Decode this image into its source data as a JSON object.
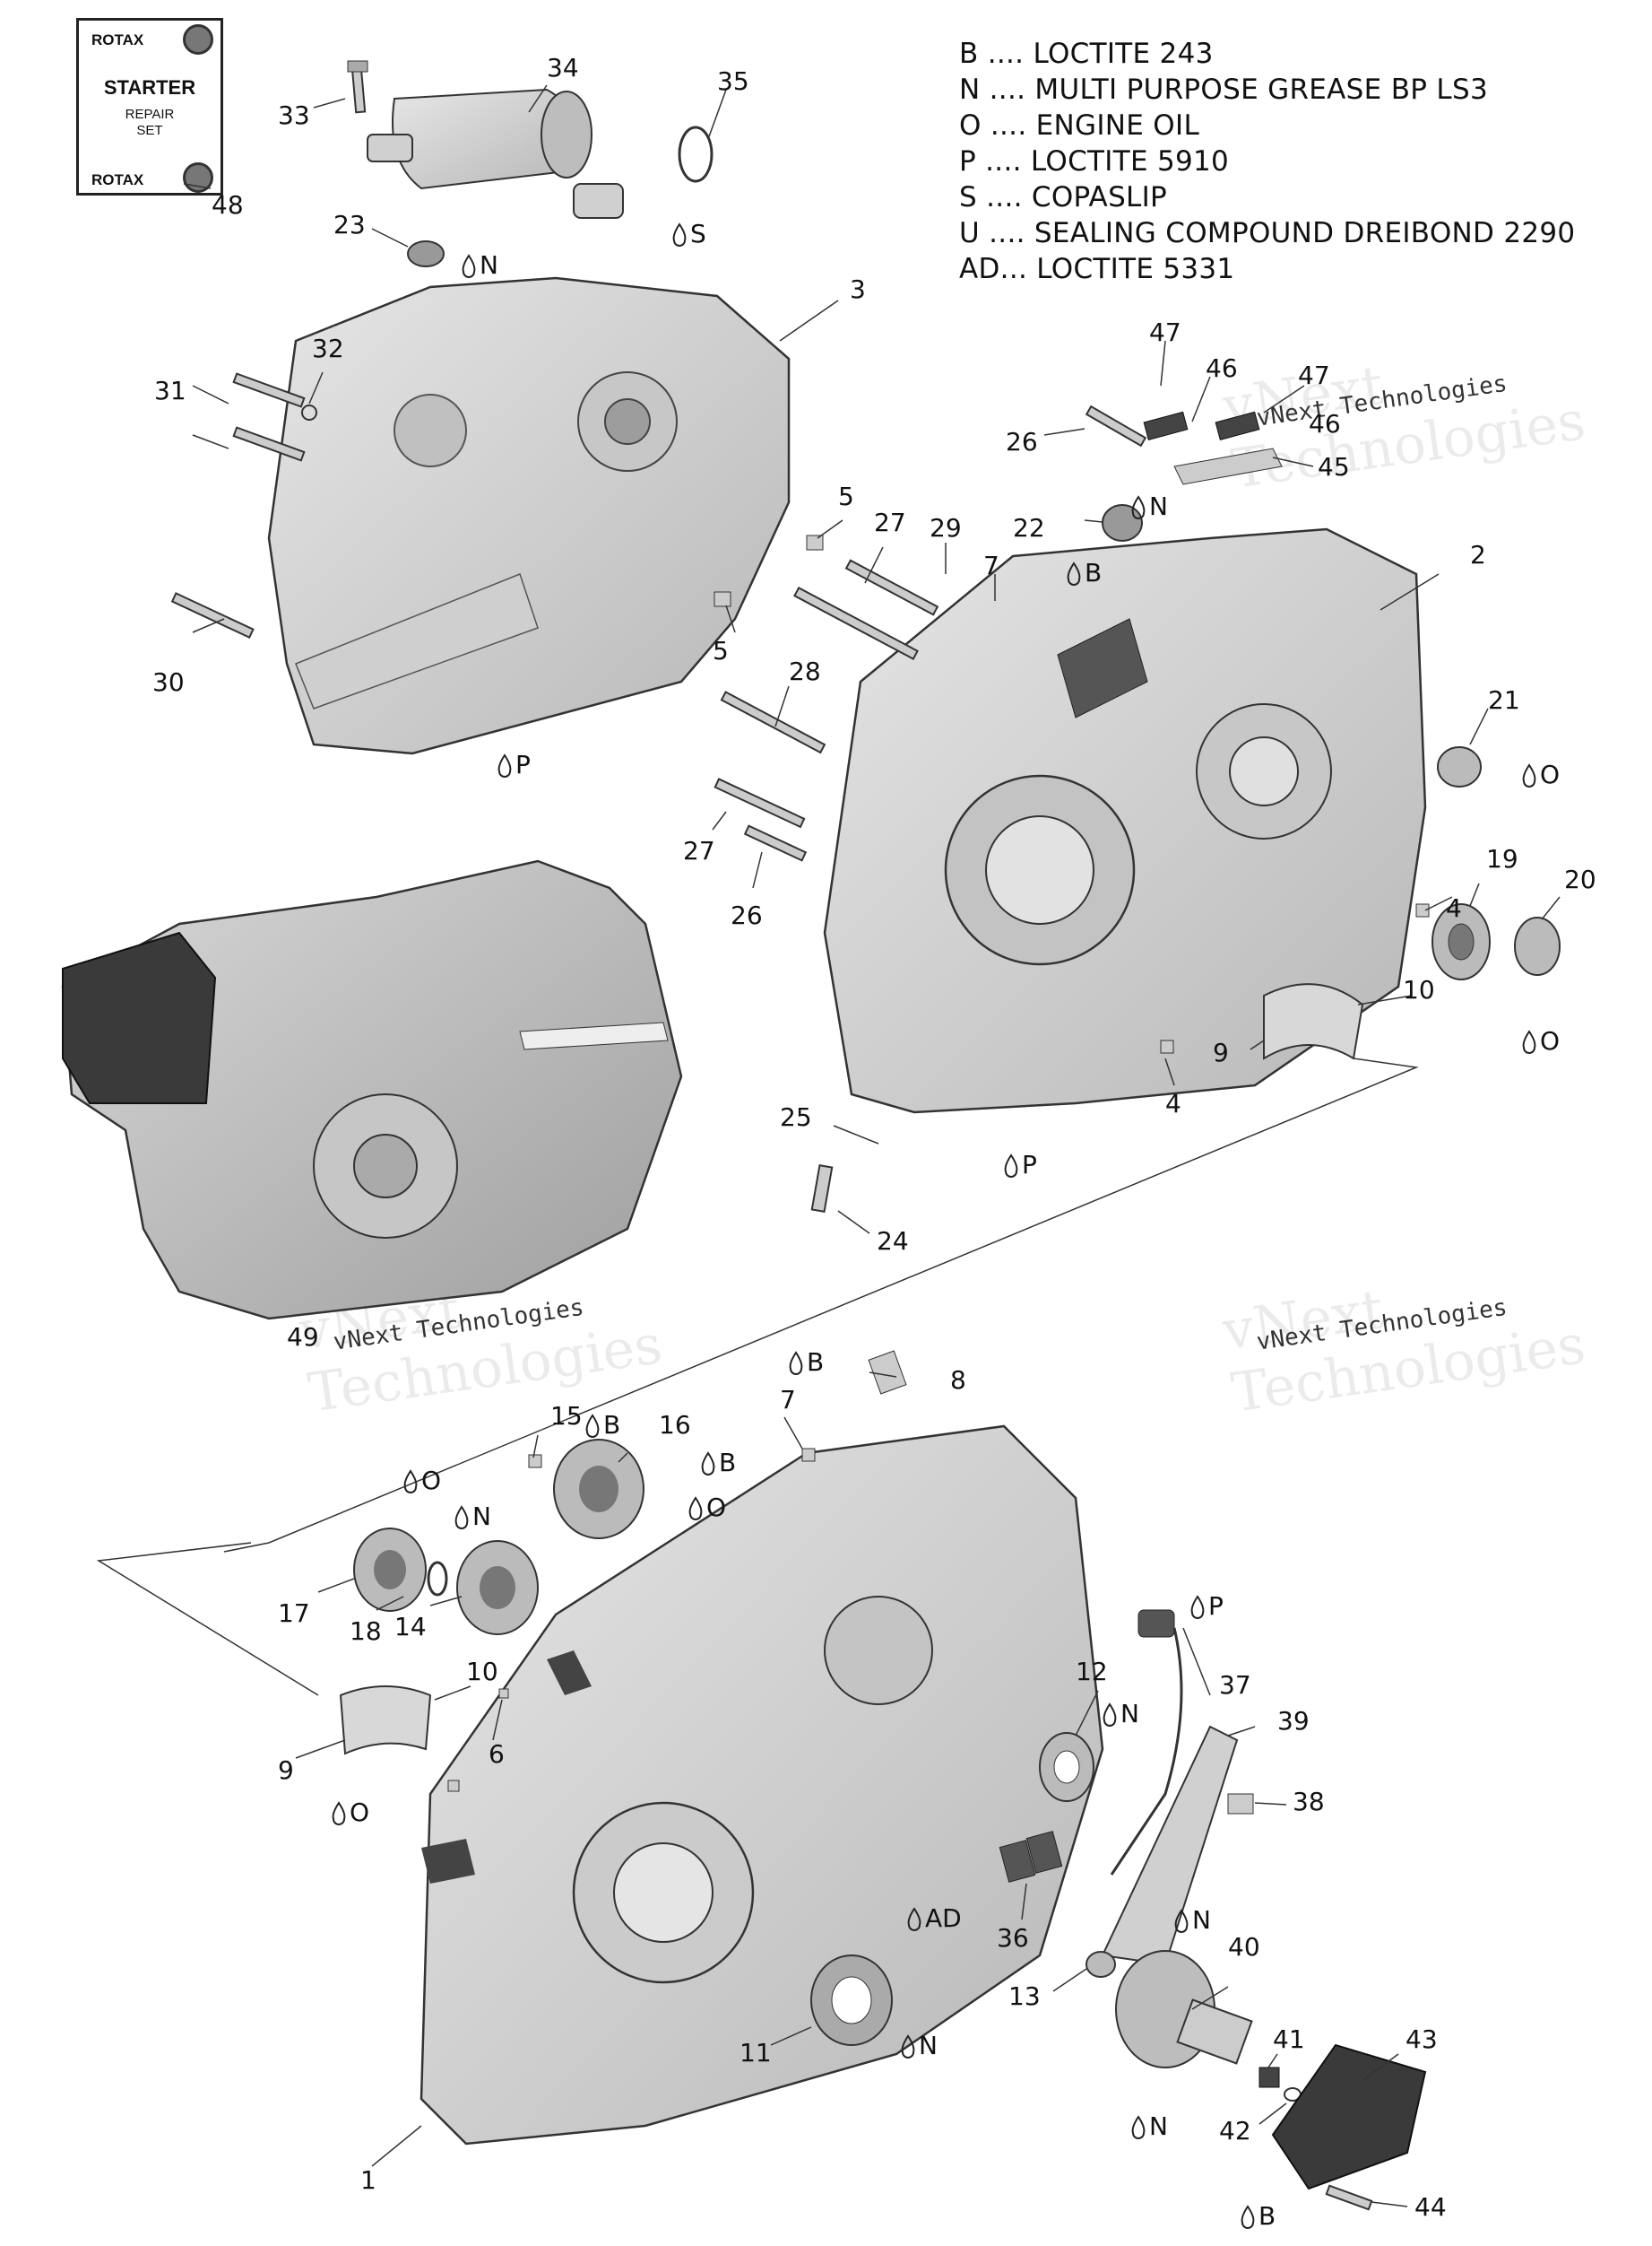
{
  "legend": [
    "B .... LOCTITE 243",
    "N .... MULTI PURPOSE GREASE BP LS3",
    "O .... ENGINE OIL",
    "P .... LOCTITE 5910",
    "S .... COPASLIP",
    "U .... SEALING COMPOUND DREIBOND 2290",
    "AD... LOCTITE 5331"
  ],
  "kit": {
    "brand_top": "ROTAX",
    "title": "STARTER",
    "subtitle_1": "REPAIR",
    "subtitle_2": "SET",
    "brand_bottom": "ROTAX"
  },
  "watermark": {
    "big_1": "vNext",
    "big_2": "Technologies",
    "small": "vNext Technologies"
  },
  "callouts": [
    {
      "id": "c34",
      "text": "34"
    },
    {
      "id": "c35",
      "text": "35"
    },
    {
      "id": "c33",
      "text": "33"
    },
    {
      "id": "c48",
      "text": "48"
    },
    {
      "id": "c23",
      "text": "23"
    },
    {
      "id": "c3",
      "text": "3"
    },
    {
      "id": "c32",
      "text": "32"
    },
    {
      "id": "c31",
      "text": "31"
    },
    {
      "id": "c30",
      "text": "30"
    },
    {
      "id": "c47a",
      "text": "47"
    },
    {
      "id": "c46a",
      "text": "46"
    },
    {
      "id": "c47b",
      "text": "47"
    },
    {
      "id": "c46b",
      "text": "46"
    },
    {
      "id": "c45",
      "text": "45"
    },
    {
      "id": "c26a",
      "text": "26"
    },
    {
      "id": "c22",
      "text": "22"
    },
    {
      "id": "c5a",
      "text": "5"
    },
    {
      "id": "c5b",
      "text": "5"
    },
    {
      "id": "c27a",
      "text": "27"
    },
    {
      "id": "c29",
      "text": "29"
    },
    {
      "id": "c7a",
      "text": "7"
    },
    {
      "id": "c2",
      "text": "2"
    },
    {
      "id": "c28",
      "text": "28"
    },
    {
      "id": "c21",
      "text": "21"
    },
    {
      "id": "c27b",
      "text": "27"
    },
    {
      "id": "c26b",
      "text": "26"
    },
    {
      "id": "c4a",
      "text": "4"
    },
    {
      "id": "c19",
      "text": "19"
    },
    {
      "id": "c20",
      "text": "20"
    },
    {
      "id": "c10a",
      "text": "10"
    },
    {
      "id": "c9a",
      "text": "9"
    },
    {
      "id": "c4b",
      "text": "4"
    },
    {
      "id": "c25",
      "text": "25"
    },
    {
      "id": "c24",
      "text": "24"
    },
    {
      "id": "c49",
      "text": "49"
    },
    {
      "id": "c8",
      "text": "8"
    },
    {
      "id": "c15",
      "text": "15"
    },
    {
      "id": "c16",
      "text": "16"
    },
    {
      "id": "c7b",
      "text": "7"
    },
    {
      "id": "c17",
      "text": "17"
    },
    {
      "id": "c18",
      "text": "18"
    },
    {
      "id": "c14",
      "text": "14"
    },
    {
      "id": "c10b",
      "text": "10"
    },
    {
      "id": "c9b",
      "text": "9"
    },
    {
      "id": "c6",
      "text": "6"
    },
    {
      "id": "c12",
      "text": "12"
    },
    {
      "id": "c37",
      "text": "37"
    },
    {
      "id": "c39",
      "text": "39"
    },
    {
      "id": "c38",
      "text": "38"
    },
    {
      "id": "c36",
      "text": "36"
    },
    {
      "id": "c13",
      "text": "13"
    },
    {
      "id": "c40",
      "text": "40"
    },
    {
      "id": "c41",
      "text": "41"
    },
    {
      "id": "c43",
      "text": "43"
    },
    {
      "id": "c11",
      "text": "11"
    },
    {
      "id": "c42",
      "text": "42"
    },
    {
      "id": "c1",
      "text": "1"
    },
    {
      "id": "c44",
      "text": "44"
    }
  ],
  "product_marks": [
    {
      "id": "m-s",
      "text": "S"
    },
    {
      "id": "m-n23",
      "text": "N"
    },
    {
      "id": "m-p3",
      "text": "P"
    },
    {
      "id": "m-n22",
      "text": "N"
    },
    {
      "id": "m-b7",
      "text": "B"
    },
    {
      "id": "m-o21",
      "text": "O"
    },
    {
      "id": "m-o10",
      "text": "O"
    },
    {
      "id": "m-p2",
      "text": "P"
    },
    {
      "id": "m-b8",
      "text": "B"
    },
    {
      "id": "m-b15",
      "text": "B"
    },
    {
      "id": "m-b7b",
      "text": "B"
    },
    {
      "id": "m-o17",
      "text": "O"
    },
    {
      "id": "m-n18",
      "text": "N"
    },
    {
      "id": "m-o16",
      "text": "O"
    },
    {
      "id": "m-p37",
      "text": "P"
    },
    {
      "id": "m-n12",
      "text": "N"
    },
    {
      "id": "m-o9",
      "text": "O"
    },
    {
      "id": "m-ad36",
      "text": "AD"
    },
    {
      "id": "m-n13",
      "text": "N"
    },
    {
      "id": "m-n11",
      "text": "N"
    },
    {
      "id": "m-n40",
      "text": "N"
    },
    {
      "id": "m-b44",
      "text": "B"
    }
  ]
}
